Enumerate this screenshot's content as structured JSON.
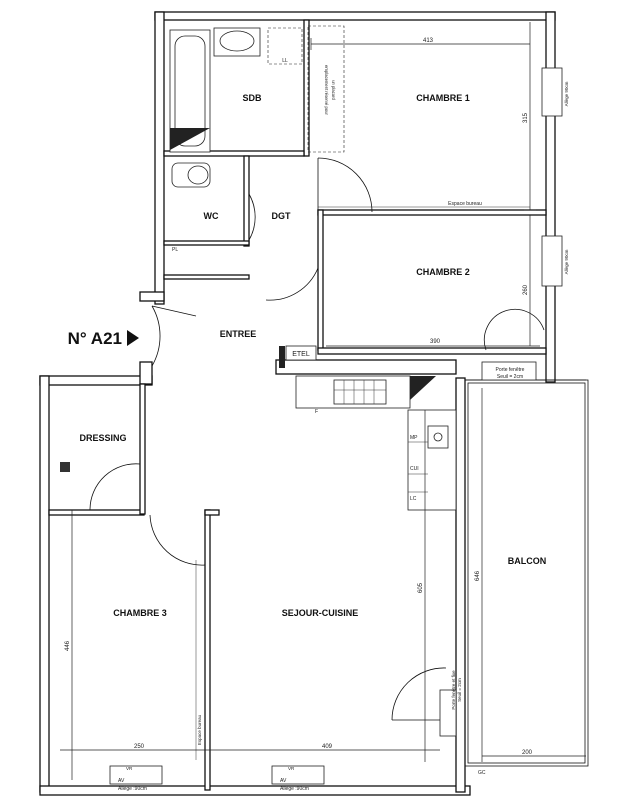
{
  "apartment": {
    "number": "N° A21"
  },
  "rooms": {
    "sdb": "SDB",
    "chambre1": "CHAMBRE 1",
    "wc": "WC",
    "dgt": "DGT",
    "chambre2": "CHAMBRE 2",
    "entree": "ENTREE",
    "dressing": "DRESSING",
    "chambre3": "CHAMBRE 3",
    "sejour": "SEJOUR-CUISINE",
    "balcon": "BALCON"
  },
  "dimensions": {
    "ch1_width": "413",
    "ch1_height": "315",
    "ch2_height": "260",
    "ch2_width": "390",
    "sejour_height": "605",
    "balcon_height": "646",
    "ch3_height": "446",
    "ch3_width": "250",
    "sejour_width": "409",
    "balcon_width": "200"
  },
  "annotations": {
    "ll": "LL",
    "placard_line1": "emplacement réservé pour",
    "placard_line2": "un placard",
    "espace_bureau": "Espace bureau",
    "pl": "PL",
    "etel": "ETEL",
    "porte_fenetre1": "Porte fenêtre",
    "seuil1": "Seuil = 2cm",
    "porte_fenetre2": "Porte fenêtre et fixe",
    "seuil2": "Seuil = 2cm",
    "espace_bureau2": "Espace bureau",
    "window_av": "AV",
    "window_vr": "VR",
    "window_allege": "Allège :90cm",
    "window_allege_side": "Allège 90cm",
    "mp": "MP",
    "cui": "CUI",
    "lc": "LC",
    "f": "F",
    "gc": "GC"
  }
}
